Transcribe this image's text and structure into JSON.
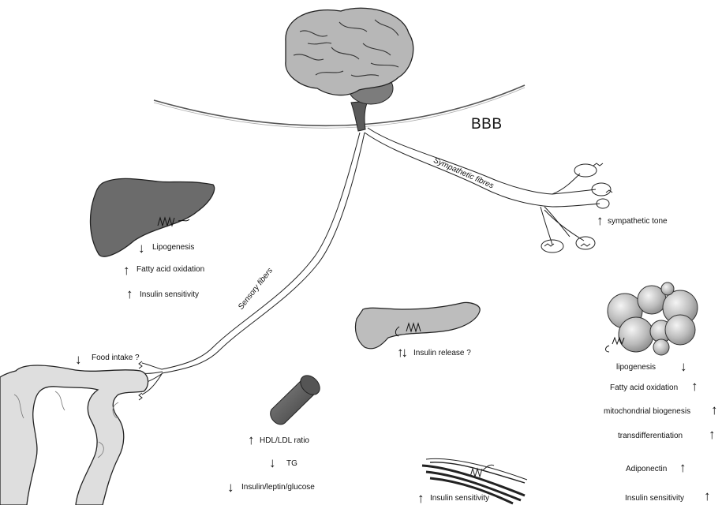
{
  "colors": {
    "organ_dark": "#6b6b6b",
    "organ_mid": "#bdbdbd",
    "organ_light": "#dedede",
    "line": "#222222"
  },
  "icons": {
    "up": "↑",
    "down": "↓",
    "updown": "↑↓"
  },
  "labels": {
    "bbb": "BBB",
    "sympathetic_fibres": "Sympathetic fibres",
    "sensory_fibers": "Sensory fibers",
    "sympathetic_tone": "sympathetic tone",
    "lipogenesis_liver": "Lipogenesis",
    "fatty_acid_oxidation_liver": "Fatty acid oxidation",
    "insulin_sensitivity_liver": "Insulin sensitivity",
    "food_intake": "Food intake ?",
    "insulin_release": "Insulin release ?",
    "hdl_ldl": "HDL/LDL ratio",
    "tg": "TG",
    "insulin_leptin_glucose": "Insulin/leptin/glucose",
    "insulin_sensitivity_muscle": "Insulin sensitivity",
    "lipogenesis_adipose": "lipogenesis",
    "fatty_acid_oxidation_adipose": "Fatty acid oxidation",
    "mitochondrial_biogenesis": "mitochondrial biogenesis",
    "transdifferentiation": "transdifferentiation",
    "adiponectin": "Adiponectin",
    "insulin_sensitivity_adipose": "Insulin sensitivity"
  }
}
